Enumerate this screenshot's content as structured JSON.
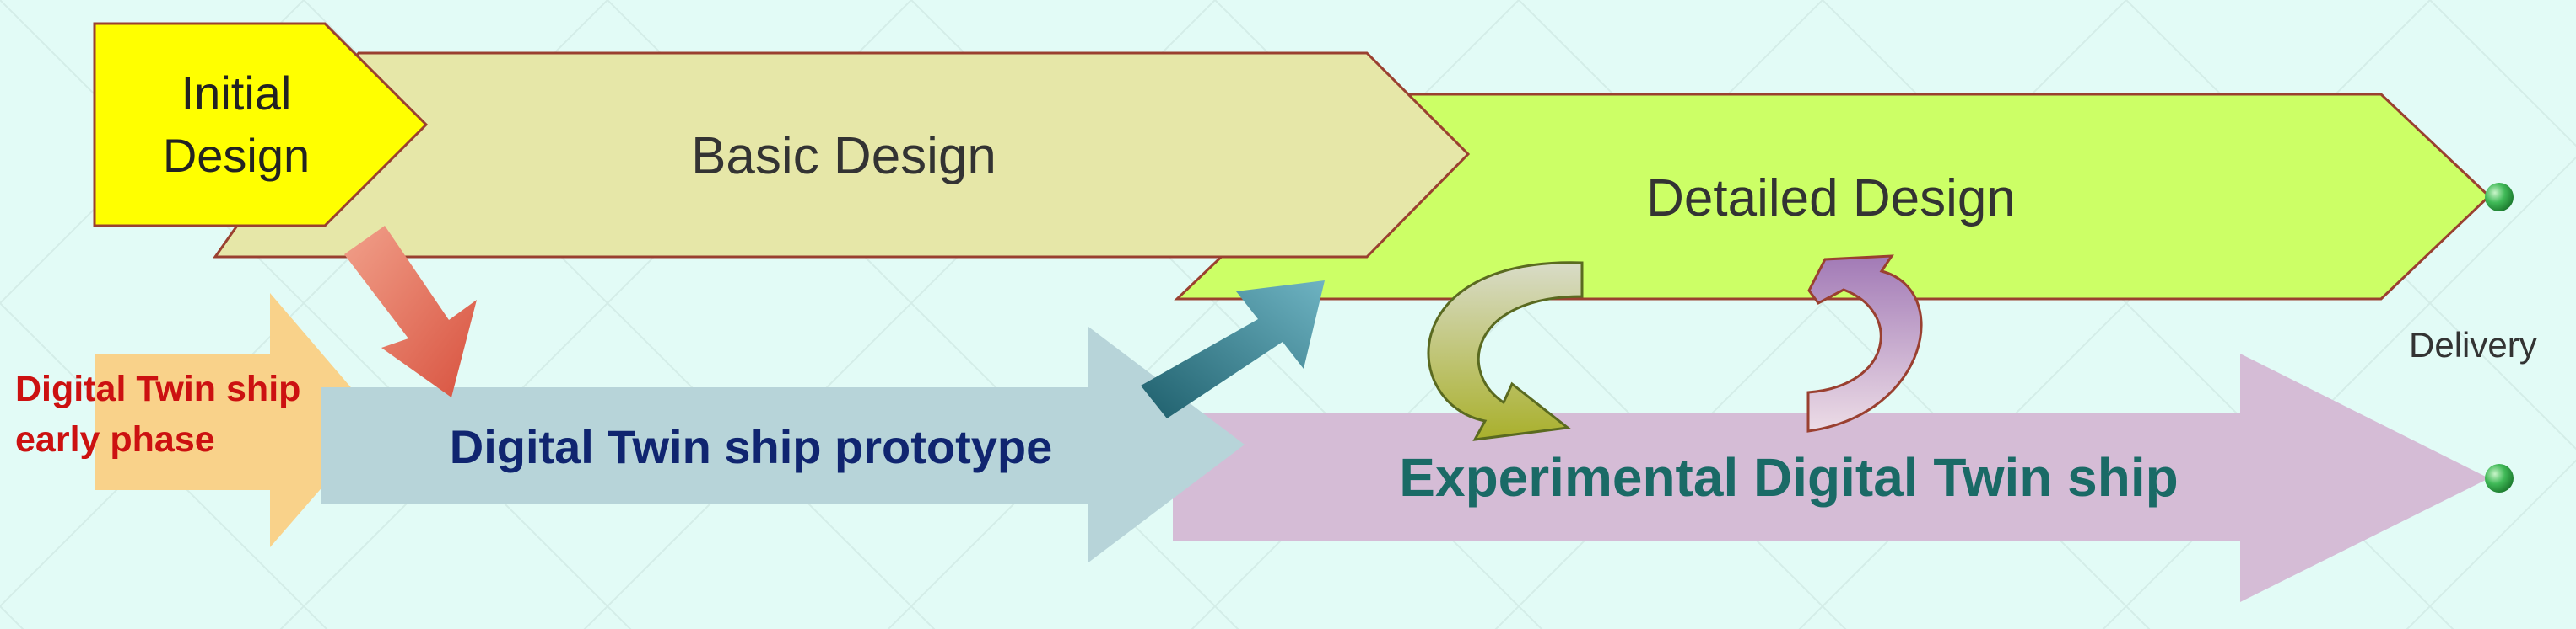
{
  "phases": {
    "initial_design": "Initial\nDesign",
    "basic_design": "Basic Design",
    "detailed_design": "Detailed Design"
  },
  "digital_twin": {
    "early_phase": "Digital Twin ship\nearly phase",
    "prototype": "Digital Twin ship prototype",
    "experimental": "Experimental Digital Twin ship"
  },
  "milestone": {
    "delivery": "Delivery"
  },
  "colors": {
    "background": "#e2fbf6",
    "initial_design": "#ffff00",
    "basic_design": "#e6e7a8",
    "detailed_design": "#ccff66",
    "early_phase": "#f9d28a",
    "prototype": "#b7d4d9",
    "experimental": "#d5bcd6",
    "early_phase_text": "#cc1111",
    "prototype_text": "#102570",
    "experimental_text": "#1a6a66",
    "milestone_dot": "#2eaa44"
  }
}
